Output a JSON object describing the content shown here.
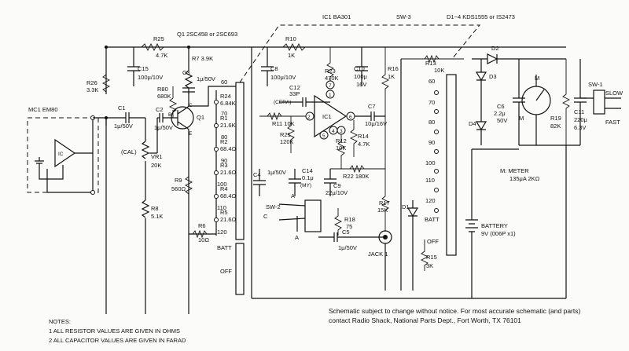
{
  "header": {
    "q1": "Q1 2SC458 or 2SC693",
    "ic1": "IC1 BA301",
    "sw3": "SW-3",
    "diodes": "D1~4 KDS1555 or IS2473"
  },
  "components": {
    "mc1": "MC1 EM80",
    "ic_inner": "IC",
    "c1": "C1",
    "c1_val": "1μ/50V",
    "r25": "R25",
    "r25_val": "4.7K",
    "r26": "R26",
    "r26_val": "3.3K",
    "c15": "C15",
    "c15_val": "100μ/10V",
    "r7": "R7 3.9K",
    "c3": "C3",
    "c3_val": "1μ/50V",
    "r80": "R80",
    "r80_val": "680K",
    "c2": "C2",
    "c2_val": "1μ/50V",
    "q1_label": "Q1",
    "b": "B",
    "c": "C",
    "e": "E",
    "vr1": "VR1",
    "vr1_val": "20K",
    "cal": "(CAL)",
    "r8": "R8",
    "r8_val": "5.1K",
    "r9": "R9",
    "r9_val": "560Ω",
    "r6": "R6",
    "r6_val": "10Ω",
    "ladder": [
      "R24",
      "6.84K",
      "R1",
      "21.6K",
      "R2",
      "68.4Ω",
      "R3",
      "21.6Ω",
      "R4",
      "68.4Ω",
      "R5",
      "21.6Ω"
    ],
    "r10": "R10",
    "r10_val": "1K",
    "c8": "C8",
    "c8_val": "100μ/10V",
    "c12": "C12",
    "c12_val": "33P",
    "cera": "(CERA)",
    "r11": "R11 10K",
    "r21": "R21",
    "r21_val": "120K",
    "r23": "R23",
    "r23_val": "470K",
    "c10": "C10",
    "c10_val": "100μ",
    "c10_v": "16V",
    "ic1_label": "IC1",
    "r12": "R12",
    "r12_val": "10K",
    "r14": "R14",
    "r14_val": "4.7K",
    "c7": "C7",
    "c7_val": "10μ/16V",
    "r16": "R16",
    "r16_val": "1K",
    "r22": "R22 180K",
    "c4": "C4",
    "c4_val": "1μ/50V",
    "c14": "C14",
    "c14_val": "0.1μ",
    "c14_my": "(MY)",
    "c9": "C9",
    "c9_val": "22μ/10V",
    "sw2": "SW-2",
    "sw2_a": "A",
    "sw2_c": "C",
    "r18": "R18",
    "r18_val": "75",
    "c5": "C5",
    "c5_val": "1μ/50V",
    "r17": "R17",
    "r17_val": "15K",
    "jack1": "JACK 1",
    "r13": "R13",
    "r13_val": "10K",
    "d1": "D1",
    "d2": "D2",
    "d3": "D3",
    "d4": "D4",
    "c6": "C6",
    "c6_val": "2.2μ",
    "c6_v": "50V",
    "m": "M",
    "r19": "R19",
    "r19_val": "82K",
    "c11": "C11",
    "c11_val": "220μ",
    "c11_v": "6.3V",
    "sw1": "SW-1",
    "slow": "SLOW",
    "fast": "FAST",
    "meter": "M: METER",
    "meter_val": "135μA 2KΩ",
    "r15": "R15",
    "r15_val": "3K",
    "battery": "BATTERY",
    "battery_val": "9V (006P x1)"
  },
  "pins": {
    "p2": "2",
    "p1": "1",
    "p5": "5",
    "p4": "4",
    "p3": "3",
    "p6": "6",
    "p7": "7"
  },
  "switch_scale": [
    "60",
    "70",
    "80",
    "90",
    "100",
    "110",
    "120"
  ],
  "switch_scale_right": [
    "60",
    "70",
    "80",
    "90",
    "100",
    "110",
    "120"
  ],
  "batt_off": {
    "batt": "BATT",
    "off": "OFF"
  },
  "batt_off_right": {
    "batt": "BATT",
    "off": "OFF"
  },
  "disclaimer": {
    "line1": "Schematic subject to change without notice. For most accurate schematic (and parts)",
    "line2": "contact Radio Shack, National Parts Dept., Fort Worth, TX 76101"
  },
  "notes": {
    "title": "NOTES:",
    "n1": "1 ALL RESISTOR VALUES ARE GIVEN IN OHMS",
    "n2": "2 ALL CAPACITOR VALUES ARE GIVEN IN FARAD"
  }
}
